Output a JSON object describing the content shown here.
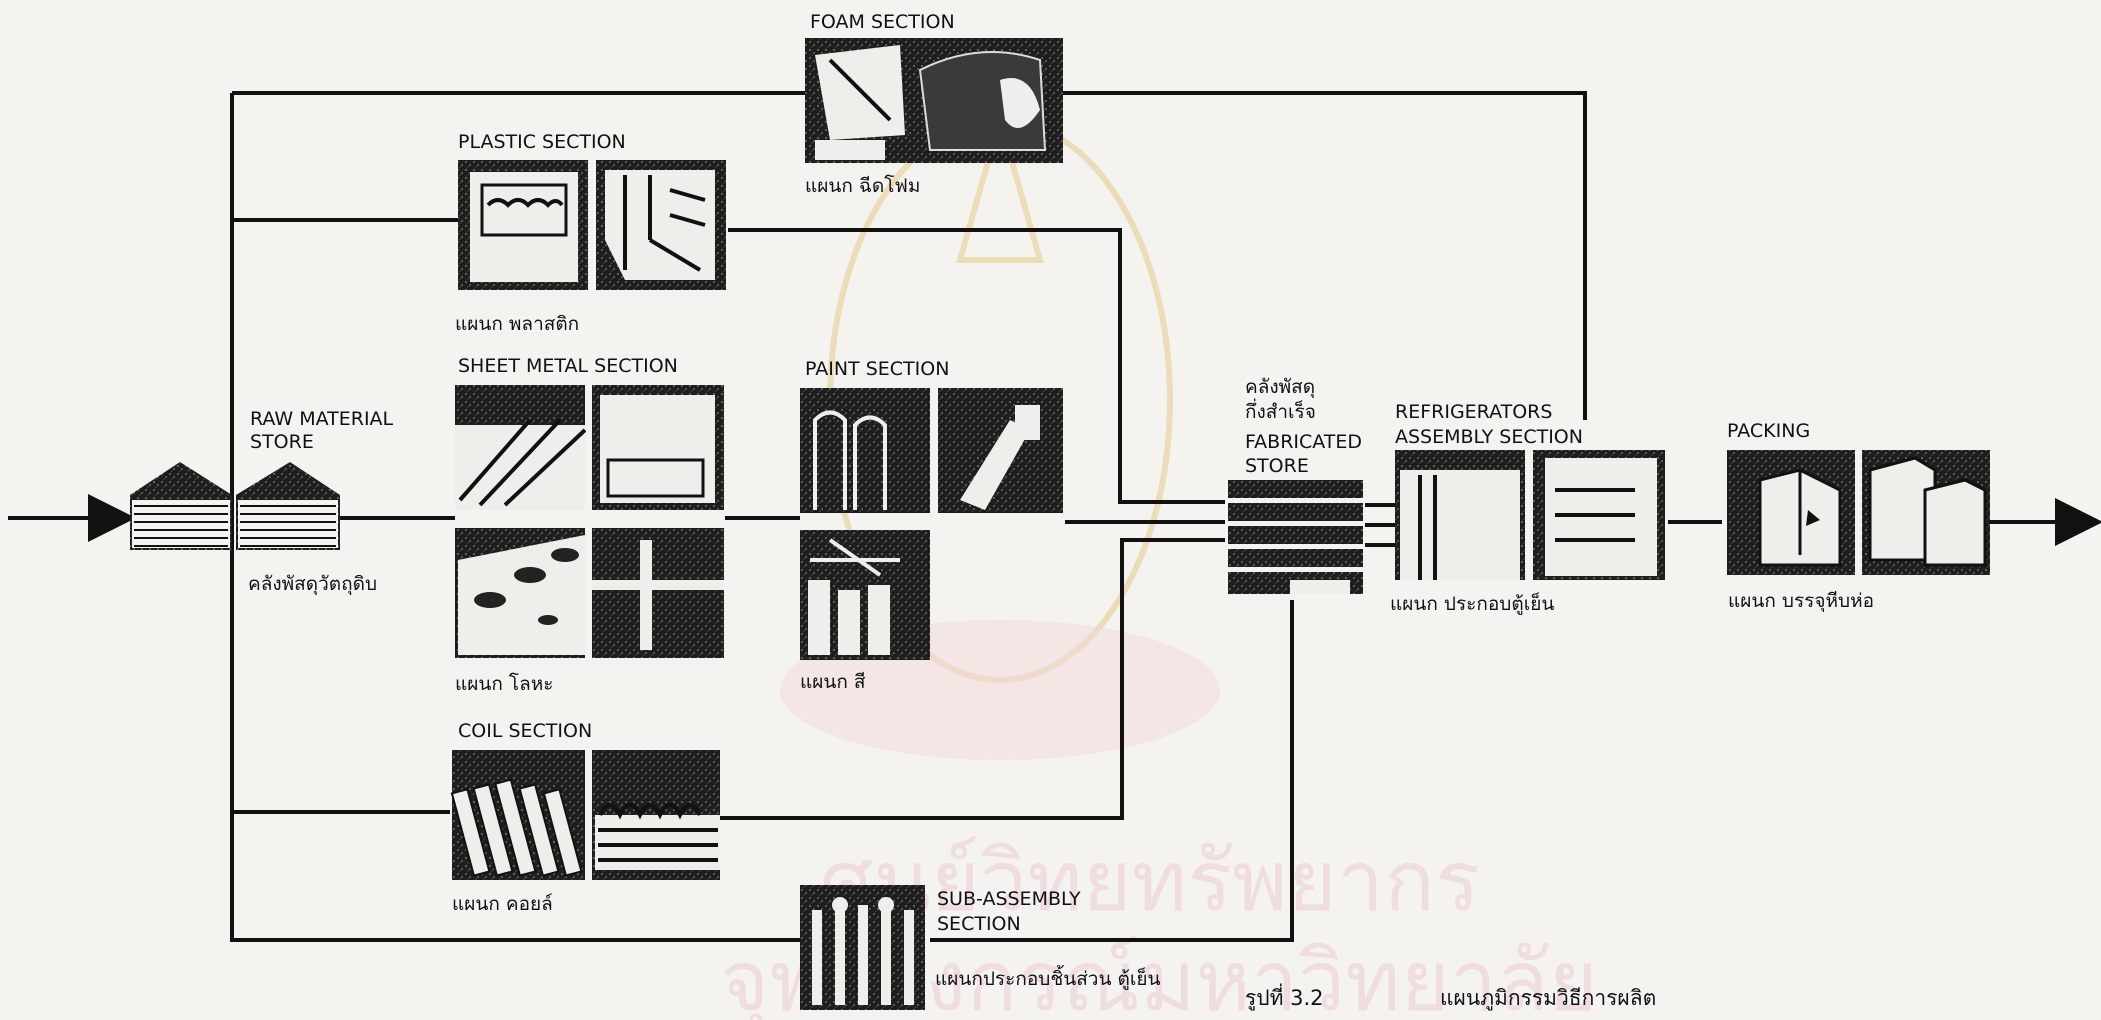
{
  "sections": {
    "foam": {
      "title": "FOAM SECTION",
      "thai": "แผนก ฉีดโฟม"
    },
    "plastic": {
      "title": "PLASTIC SECTION",
      "thai": "แผนก พลาสติก"
    },
    "sheet_metal": {
      "title": "SHEET METAL SECTION",
      "thai": "แผนก โลหะ"
    },
    "paint": {
      "title": "PAINT SECTION",
      "thai": "แผนก สี"
    },
    "coil": {
      "title": "COIL SECTION",
      "thai": "แผนก คอยล์"
    },
    "sub_assembly": {
      "title_1": "SUB-ASSEMBLY",
      "title_2": "SECTION",
      "thai": "แผนกประกอบชิ้นส่วน ตู้เย็น"
    },
    "raw_material": {
      "title_1": "RAW MATERIAL",
      "title_2": "STORE",
      "thai": "คลังพัสดุวัตถุดิบ"
    },
    "fabricated": {
      "thai_1": "คลังพัสดุ",
      "thai_2": "กึ่งสำเร็จ",
      "title_1": "FABRICATED",
      "title_2": "STORE"
    },
    "assembly": {
      "title_1": "REFRIGERATORS",
      "title_2": "ASSEMBLY SECTION",
      "thai": "แผนก ประกอบตู้เย็น"
    },
    "packing": {
      "title": "PACKING",
      "thai": "แผนก บรรจุหีบห่อ"
    }
  },
  "caption": {
    "figure_no": "รูปที่   3.2",
    "text": "แผนภูมิกรรมวิธีการผลิต"
  },
  "watermark": {
    "line_1": "ศูนย์วิทยทรัพยากร",
    "line_2": "จุฬาลงกรณ์มหาวิทยาลัย"
  },
  "colors": {
    "ink": "#111111",
    "paper": "#f4f3ef",
    "watermark_gold": "#e6c98a",
    "watermark_pink": "#efd0d6"
  }
}
